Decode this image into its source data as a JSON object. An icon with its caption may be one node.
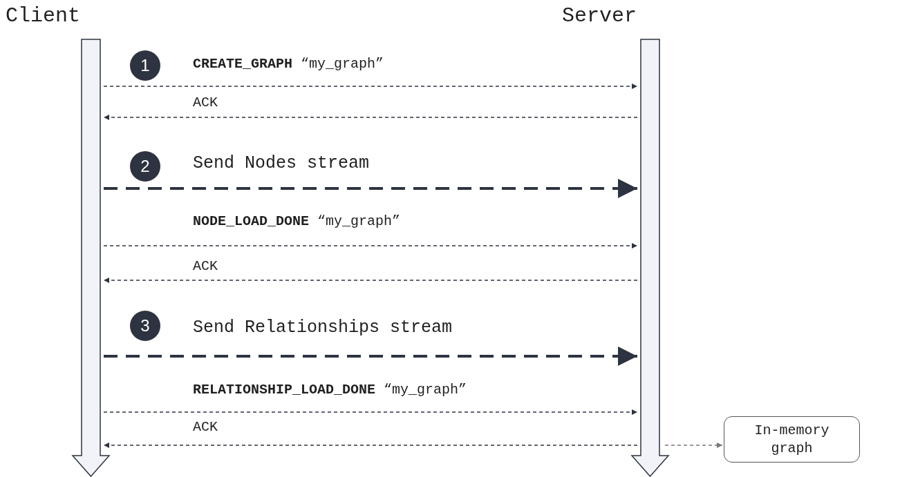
{
  "diagram": {
    "nodes": [
      {
        "text": [
          "Client"
        ]
      },
      {
        "text": [
          "Server"
        ]
      },
      {
        "text": [
          "In-memory graph"
        ]
      }
    ],
    "edges": [
      {
        "from": 0,
        "to": 1,
        "arrow": "to",
        "label": "**CREATE_GRAPH** “my_graph”",
        "style": "dashed"
      },
      {
        "from": 1,
        "to": 0,
        "arrow": "to",
        "label": "ACK",
        "style": "dashed"
      },
      {
        "from": 0,
        "to": 1,
        "arrow": "to",
        "label": "Send Nodes stream",
        "style": "dashed"
      },
      {
        "from": 0,
        "to": 1,
        "arrow": "to",
        "label": "**NODE_LOAD_DONE** “my_graph”",
        "style": "dashed"
      },
      {
        "from": 1,
        "to": 0,
        "arrow": "to",
        "label": "ACK",
        "style": "dashed"
      },
      {
        "from": 0,
        "to": 1,
        "arrow": "to",
        "label": "Send Relationships stream",
        "style": "dashed"
      },
      {
        "from": 0,
        "to": 1,
        "arrow": "to",
        "label": "**RELATIONSHIP_LOAD_DONE** “my_graph”",
        "style": "dashed"
      },
      {
        "from": 1,
        "to": 0,
        "arrow": "to",
        "label": "ACK",
        "style": "dashed"
      },
      {
        "from": 1,
        "to": 2,
        "arrow": "to",
        "style": "dashed",
        "color": "#777777"
      }
    ],
    "labels": [
      "1",
      "2",
      "3"
    ]
  }
}
